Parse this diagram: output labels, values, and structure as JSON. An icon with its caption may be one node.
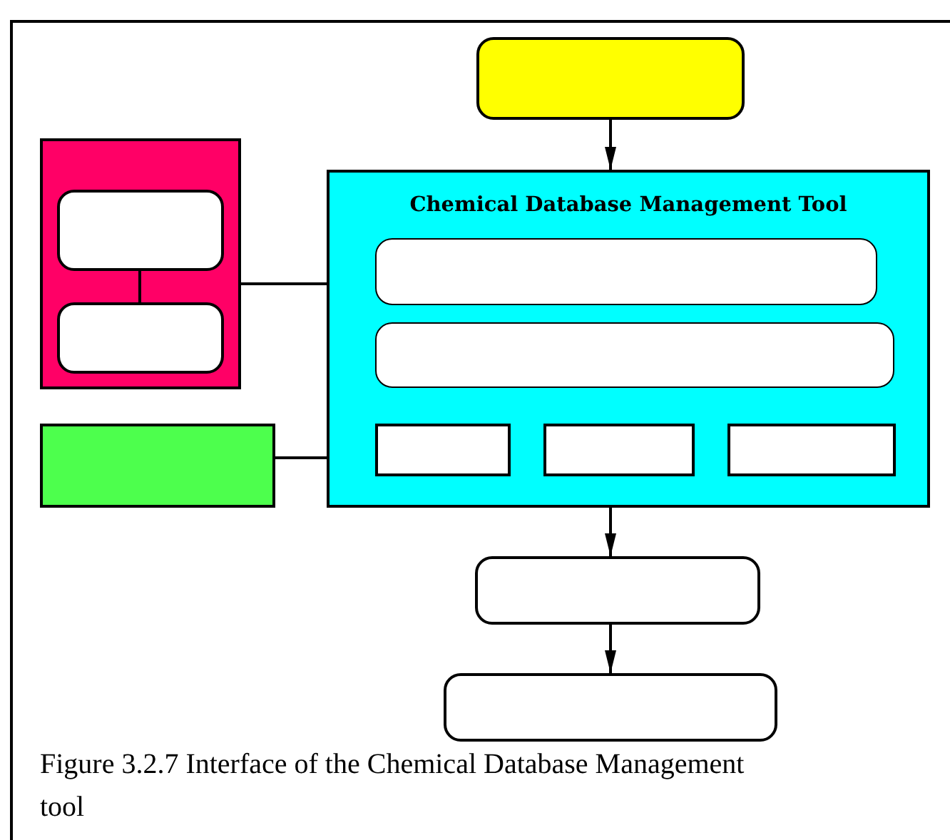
{
  "diagram": {
    "caption": "Figure 3.2.7 Interface of the Chemical Database Management tool",
    "nodes": [
      {
        "text": [],
        "shape": "box"
      },
      {
        "text": [],
        "shape": "box"
      },
      {
        "text": [],
        "shape": "box",
        "in": 1
      },
      {
        "text": [],
        "shape": "box",
        "in": 1
      },
      {
        "text": [
          "Chemical Database Management Tool"
        ]
      },
      {
        "text": [],
        "shape": "box",
        "in": 4
      },
      {
        "text": [],
        "shape": "box",
        "in": 4
      },
      {
        "text": [],
        "shape": "box",
        "in": 4
      },
      {
        "text": [],
        "shape": "box",
        "in": 4
      },
      {
        "text": [],
        "shape": "box",
        "in": 4
      },
      {
        "text": [],
        "shape": "box"
      },
      {
        "text": [],
        "shape": "box"
      },
      {
        "text": [],
        "shape": "box"
      }
    ],
    "edges": [
      {
        "from": 0,
        "to": 4,
        "arrow": "to"
      },
      {
        "from": 2,
        "to": 3,
        "arrow": "none"
      },
      {
        "from": 1,
        "to": 4,
        "arrow": "none"
      },
      {
        "from": 10,
        "to": 4,
        "arrow": "none"
      },
      {
        "from": 4,
        "to": 11,
        "arrow": "to"
      },
      {
        "from": 11,
        "to": 12,
        "arrow": "to"
      }
    ]
  }
}
